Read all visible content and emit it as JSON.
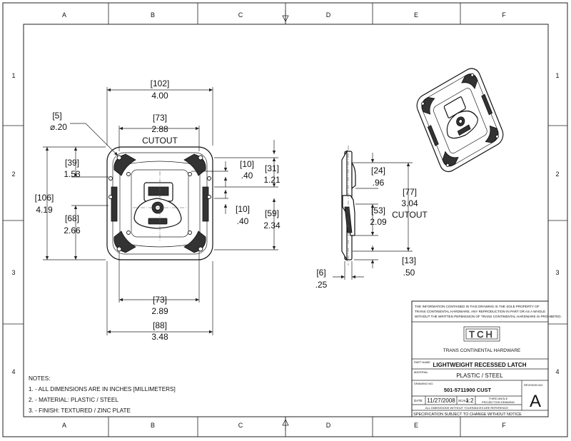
{
  "grid": {
    "columns": [
      "A",
      "B",
      "C",
      "D",
      "E",
      "F"
    ],
    "rows": [
      "1",
      "2",
      "3",
      "4"
    ]
  },
  "front_view": {
    "overall_width": {
      "mm": "[102]",
      "in": "4.00"
    },
    "hole_dia": {
      "mm": "[5]",
      "in": "⌀.20"
    },
    "cutout_width": {
      "mm": "[73]",
      "in": "2.88",
      "label": "CUTOUT"
    },
    "upper_hole_offset": {
      "mm": "[39]",
      "in": "1.53"
    },
    "overall_height": {
      "mm": "[106]",
      "in": "4.19"
    },
    "lower_hole_spacing": {
      "mm": "[68]",
      "in": "2.66"
    },
    "top_offset": {
      "mm": "[10]",
      "in": ".40"
    },
    "top_span": {
      "mm": "[31]",
      "in": "1.21"
    },
    "mid_offset": {
      "mm": "[10]",
      "in": ".40"
    },
    "lower_span": {
      "mm": "[59]",
      "in": "2.34"
    },
    "bottom_hole_spacing": {
      "mm": "[73]",
      "in": "2.89"
    },
    "bottom_overall": {
      "mm": "[88]",
      "in": "3.48"
    }
  },
  "side_view": {
    "upper_span": {
      "mm": "[24]",
      "in": ".96"
    },
    "cutout_height": {
      "mm": "[77]",
      "in": "3.04",
      "label": "CUTOUT"
    },
    "mid_span": {
      "mm": "[53]",
      "in": "2.09"
    },
    "bottom_offset": {
      "mm": "[13]",
      "in": ".50"
    },
    "flange_thickness": {
      "mm": "[6]",
      "in": ".25"
    }
  },
  "notes": {
    "heading": "NOTES:",
    "items": [
      "1. - ALL DIMENSIONS ARE IN INCHES [MILLIMETERS]",
      "2. - MATERIAL: PLASTIC / STEEL",
      "3. - FINISH: TEXTURED / ZINC PLATE"
    ]
  },
  "title_block": {
    "notice": [
      "THE INFORMATION CONTAINED IN THIS DRAWING IS THE SOLE PROPERTY OF",
      "TRANS CONTINENTAL HARDWARE.  ANY REPRODUCTION IN PART OR AS A WHOLE",
      "WITHOUT THE WRITTEN PERMISSION OF TRANS CONTINENTAL HARDWARE IS PROHIBITED."
    ],
    "logo": "TCH",
    "company": "TRANS CONTINENTAL HARDWARE",
    "part_name_label": "PART NAME",
    "part_name": "LIGHTWEIGHT RECESSED LATCH",
    "material_label": "MATERIAL",
    "material": "PLASTIC / STEEL",
    "drawing_no_label": "DRAWING NO.",
    "drawing_no": "501-5711900 CUST",
    "revision_label": "REVISION NO.",
    "revision": "A",
    "date_label": "DATE",
    "date": "11/27/2008",
    "scale_label": "SCALE",
    "scale": "1:2",
    "projection_1": "THIRD ANGLE",
    "projection_2": "PROJECTION DRAWING",
    "tolerance_note": "ALL DIMENSIONS WITHOUT TOLERANCES ARE REFERENCE",
    "spec_note": "SPECIFICATION SUBJECT TO CHANGE WITHOUT NOTICE"
  }
}
